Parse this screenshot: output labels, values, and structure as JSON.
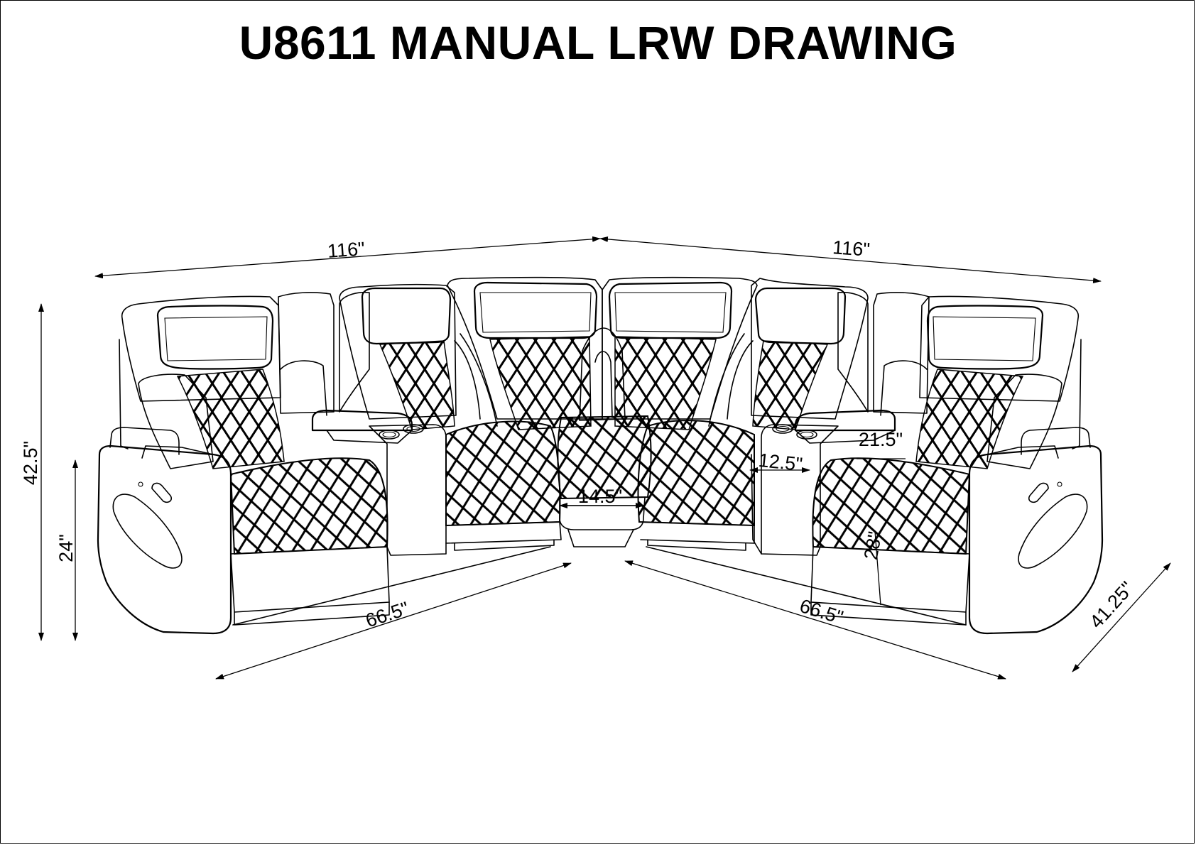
{
  "title": "U8611 MANUAL LRW DRAWING",
  "dimensions": {
    "top_left_width": "116\"",
    "top_right_width": "116\"",
    "overall_height": "42.5\"",
    "seat_height": "24\"",
    "front_left_length": "66.5\"",
    "front_right_length": "66.5\"",
    "depth": "41.25\"",
    "arm_width": "21.5\"",
    "console_width": "12.5\"",
    "wedge_width": "14.5\"",
    "seat_depth": "28\""
  },
  "colors": {
    "line": "#000000",
    "background": "#ffffff"
  }
}
